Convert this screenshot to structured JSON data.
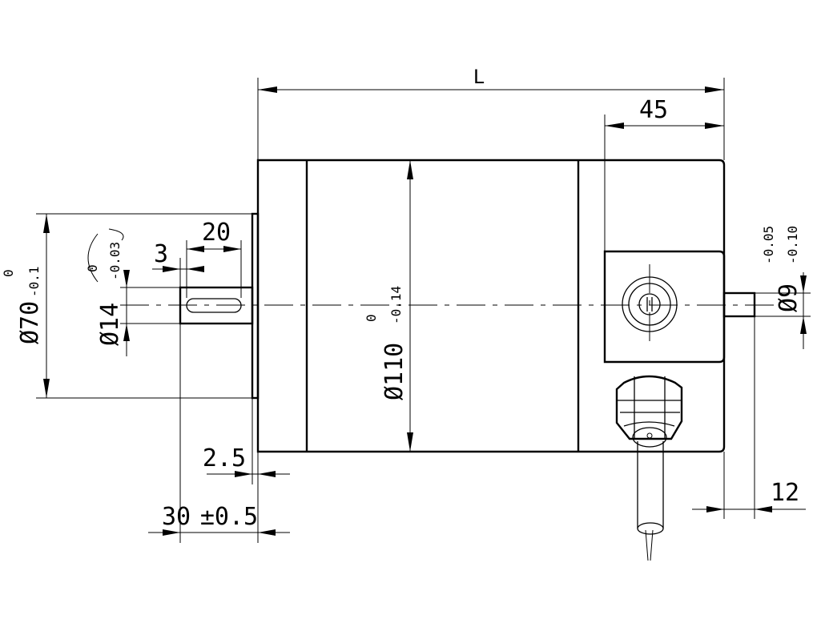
{
  "dimensions": {
    "overall_length": "L",
    "rear_section": "45",
    "shaft_length": "20",
    "key_offset": "3",
    "flange_thickness": "2.5",
    "front_extension": "30",
    "front_extension_tol": "±0.5",
    "rear_shaft_length": "12",
    "pilot_diameter": "Ø70",
    "pilot_tol_upper": "0",
    "pilot_tol_lower": "-0.1",
    "shaft_diameter": "Ø14",
    "shaft_tol_upper": "0",
    "shaft_tol_lower": "-0.03",
    "body_diameter": "Ø110",
    "body_tol_upper": "0",
    "body_tol_lower": "-0.14",
    "rear_shaft_diameter": "Ø9",
    "rear_shaft_tol_upper": "-0.05",
    "rear_shaft_tol_lower": "-0.10"
  }
}
